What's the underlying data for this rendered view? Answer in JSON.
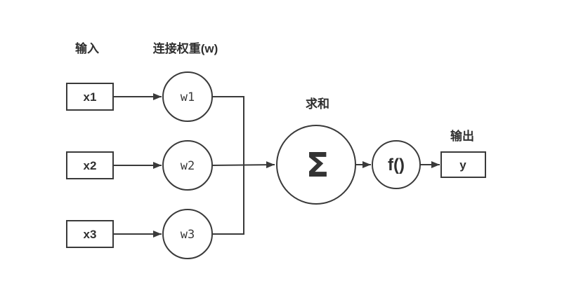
{
  "diagram": {
    "title_labels": {
      "inputs": "输入",
      "weights": "连接权重(w)",
      "sum": "求和",
      "output": "输出"
    },
    "input_nodes": [
      {
        "label": "x1"
      },
      {
        "label": "x2"
      },
      {
        "label": "x3"
      }
    ],
    "weight_nodes": [
      {
        "label": "w1"
      },
      {
        "label": "w2"
      },
      {
        "label": "w3"
      }
    ],
    "sum_node": {
      "label": "Σ"
    },
    "activation_node": {
      "label": "f()"
    },
    "output_node": {
      "label": "y"
    },
    "colors": {
      "stroke": "#3a3a3a",
      "text": "#2f2f2f",
      "background": "#ffffff"
    }
  }
}
